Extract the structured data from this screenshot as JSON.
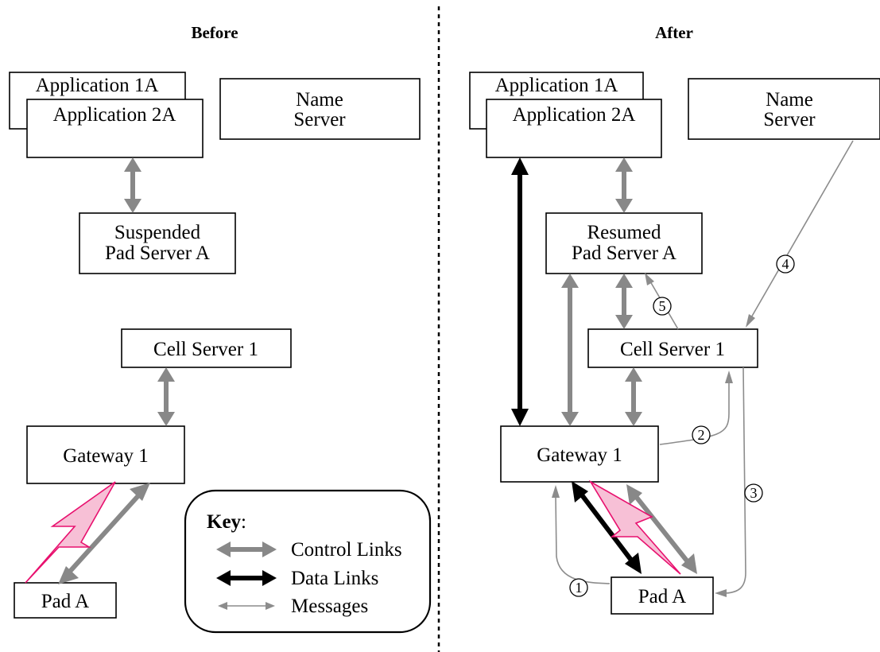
{
  "panels": {
    "before_title": "Before",
    "after_title": "After"
  },
  "before": {
    "app1": "Application 1A",
    "app2": "Application 2A",
    "name_server": [
      "Name",
      "Server"
    ],
    "pad_server": [
      "Suspended",
      "Pad Server A"
    ],
    "cell_server": "Cell Server 1",
    "gateway": "Gateway 1",
    "pad": "Pad A"
  },
  "after": {
    "app1": "Application 1A",
    "app2": "Application 2A",
    "name_server": [
      "Name",
      "Server"
    ],
    "pad_server": [
      "Resumed",
      "Pad Server A"
    ],
    "cell_server": "Cell Server 1",
    "gateway": "Gateway 1",
    "pad": "Pad A",
    "steps": [
      "1",
      "2",
      "3",
      "4",
      "5"
    ]
  },
  "key": {
    "title": "Key",
    "colon": ":",
    "items": [
      {
        "type": "control",
        "label": "Control Links"
      },
      {
        "type": "data",
        "label": "Data Links"
      },
      {
        "type": "message",
        "label": "Messages"
      }
    ]
  },
  "colors": {
    "control": "#888888",
    "data": "#000000",
    "message": "#8c8c8c",
    "wireless_fill": "#f7c0d6",
    "wireless_stroke": "#e8106e"
  }
}
